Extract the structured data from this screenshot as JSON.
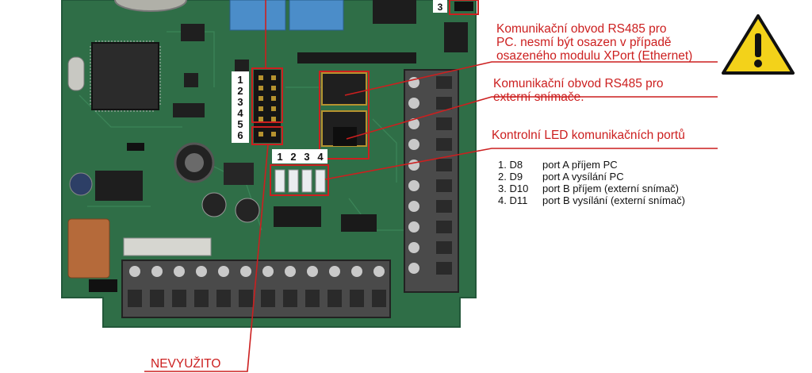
{
  "callouts": {
    "rs485_pc": "Komunikační obvod RS485 pro\nPC. nesmí být osazen  v případě\nosazeného modulu XPort (Ethernet)",
    "rs485_external": "Komunikační obvod RS485 pro\nexterní snímače.",
    "control_led": "Kontrolní LED komunikačních portů",
    "unused": "NEVYUŽITO"
  },
  "board_labels": {
    "top_jumper": "3",
    "jumper_rows": [
      "1",
      "2",
      "3",
      "4",
      "5",
      "6"
    ],
    "led_numbers": [
      "1",
      "2",
      "3",
      "4"
    ]
  },
  "led_legend": [
    {
      "num": "1. D8",
      "desc": "port A příjem PC"
    },
    {
      "num": "2. D9",
      "desc": "port A vysílání PC"
    },
    {
      "num": "3. D10",
      "desc": "port B příjem (externí snímač)"
    },
    {
      "num": "4. D11",
      "desc": "port B vysílání (externí snímač)"
    }
  ],
  "icons": [
    "warning-icon"
  ],
  "colors": {
    "callout_red": "#cc1f1f",
    "pcb_green": "#2f6e47",
    "warning_yellow": "#f3d21a"
  }
}
